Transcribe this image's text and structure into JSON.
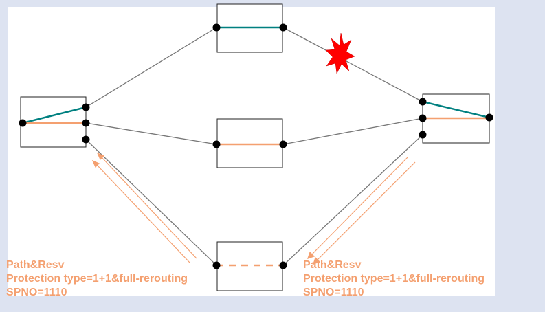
{
  "colors": {
    "working_path": "#008080",
    "protection_path": "#f4a070",
    "link": "#777777",
    "annotation": "#f4a070",
    "failure": "#ff0000",
    "background": "#dde3f1"
  },
  "annotations": {
    "left": {
      "line1": "Path&Resv",
      "line2": "Protection type=1+1&full-rerouting",
      "line3": "SPNO=1110"
    },
    "right": {
      "line1": "Path&Resv",
      "line2": "Protection type=1+1&full-rerouting",
      "line3": "SPNO=1110"
    }
  }
}
